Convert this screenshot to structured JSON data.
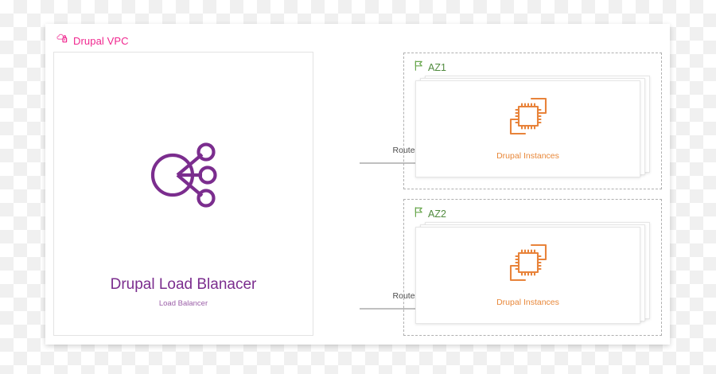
{
  "diagram": {
    "background": "transparency-checkerboard",
    "colors": {
      "vpc_pink": "#f0278f",
      "loadbalancer_purple": "#7b2d8e",
      "az_green": "#4f8a3d",
      "instance_orange": "#e8883a",
      "arrow_gray": "#999999",
      "dashed_border_gray": "#b0b0b0"
    }
  },
  "vpc": {
    "title": "Drupal VPC",
    "icon": "cloud-lock-icon"
  },
  "load_balancer": {
    "icon": "network-nodes-icon",
    "title": "Drupal Load Blanacer",
    "subtitle": "Load Balancer"
  },
  "connectors": [
    {
      "label": "Routes to",
      "from": "load_balancer",
      "to": "az1"
    },
    {
      "label": "Routes to",
      "from": "load_balancer",
      "to": "az2"
    }
  ],
  "availability_zones": [
    {
      "label": "AZ1",
      "icon": "flag-icon",
      "instances": {
        "icon": "cpu-chip-stack-icon",
        "label": "Drupal Instances",
        "stack_count": 3
      }
    },
    {
      "label": "AZ2",
      "icon": "flag-icon",
      "instances": {
        "icon": "cpu-chip-stack-icon",
        "label": "Drupal Instances",
        "stack_count": 3
      }
    }
  ]
}
